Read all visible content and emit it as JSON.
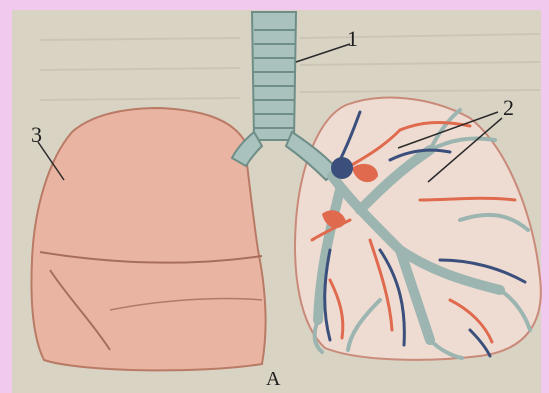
{
  "labels": {
    "trachea": "1",
    "bronchi": "2",
    "lung": "3",
    "figure": "А"
  },
  "colors": {
    "background_frame": "#f2c9ee",
    "paper": "#d9d3c4",
    "lung_tissue": "#e7b7a2",
    "airway": "#a9c2bd",
    "artery": "#e06a4e",
    "vein": "#3b4f7c"
  }
}
